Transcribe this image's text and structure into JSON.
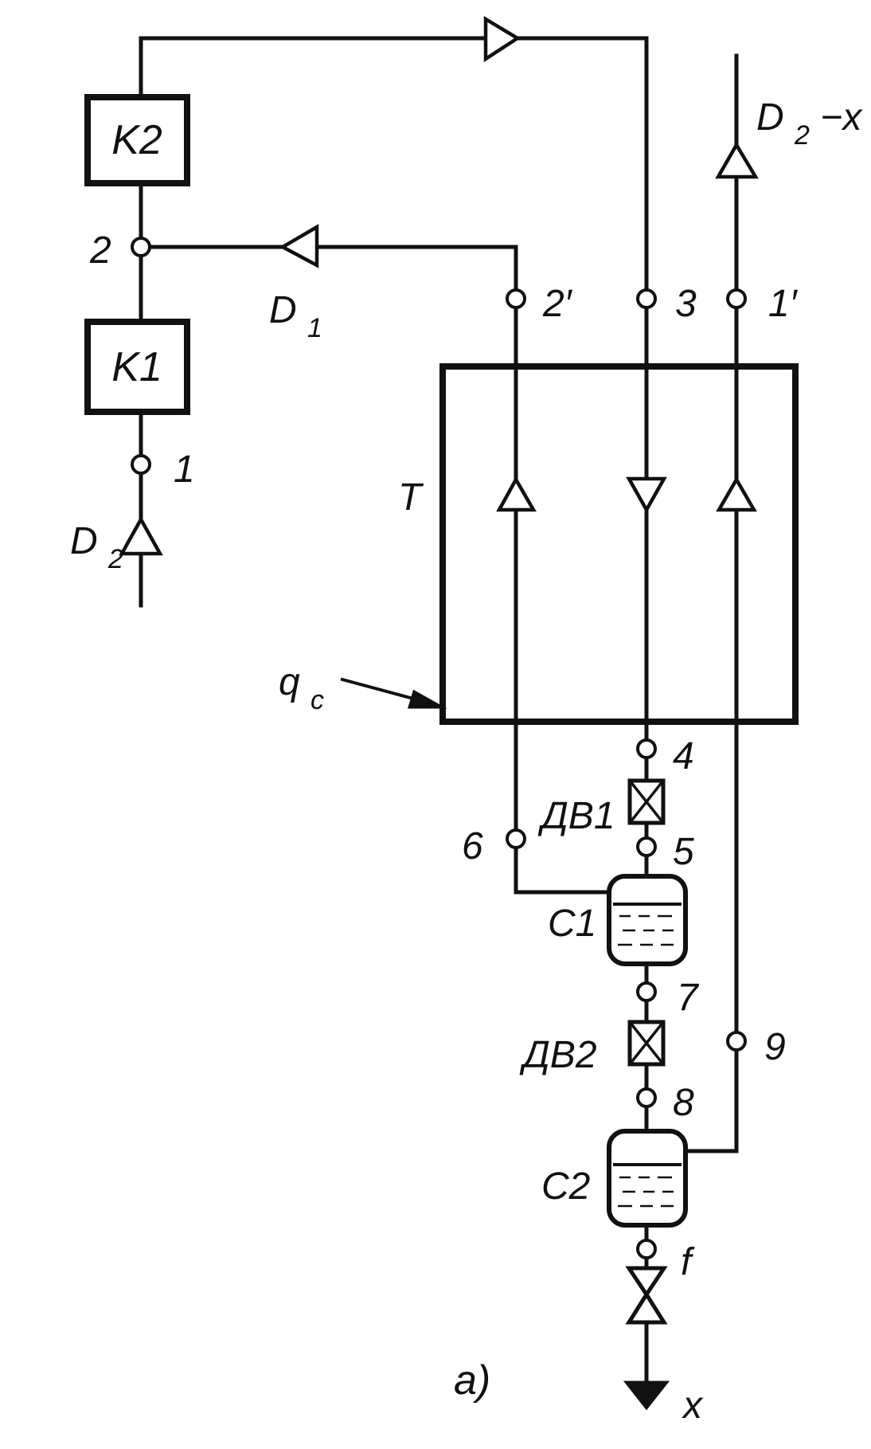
{
  "diagram": {
    "compressors": {
      "k1": "K1",
      "k2": "K2"
    },
    "heat_exchanger": "T",
    "heat_leak": {
      "symbol": "q",
      "subscript": "c"
    },
    "flows": {
      "d2_in": {
        "symbol": "D",
        "subscript": "2"
      },
      "d1": {
        "symbol": "D",
        "subscript": "1"
      },
      "d2_out": {
        "symbol": "D",
        "subscript": "2",
        "suffix": "−x"
      },
      "product": "x"
    },
    "throttles": {
      "dv1": "ДВ1",
      "dv2": "ДВ2"
    },
    "separators": {
      "c1": "С1",
      "c2": "С2"
    },
    "nodes": {
      "n1": "1",
      "n2": "2",
      "n2p": "2′",
      "n3": "3",
      "n1p": "1′",
      "n4": "4",
      "n5": "5",
      "n6": "6",
      "n7": "7",
      "n8": "8",
      "n9": "9",
      "nf": "f"
    },
    "caption": "a)"
  }
}
